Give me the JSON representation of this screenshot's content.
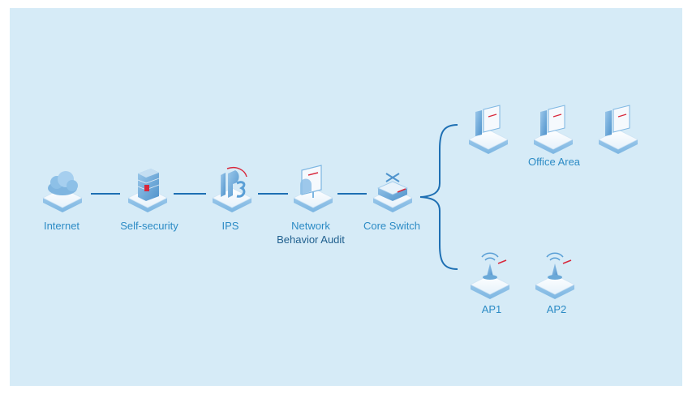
{
  "colors": {
    "background": "#d6ebf7",
    "connector": "#1e6fb3",
    "label": "#2c8bc5",
    "accent_red": "#d8283c",
    "device_blue": "#6aa9d8"
  },
  "nodes": {
    "internet": {
      "label": "Internet",
      "icon": "cloud-icon"
    },
    "selfsec": {
      "label": "Self-security",
      "icon": "firewall-icon"
    },
    "ips": {
      "label": "IPS",
      "icon": "ips-icon"
    },
    "nba": {
      "label_line1": "Network",
      "label_line2": "Behavior Audit",
      "icon": "audit-monitor-icon"
    },
    "core": {
      "label": "Core Switch",
      "icon": "switch-icon"
    },
    "office": {
      "label": "Office Area",
      "icon": "office-pc-icon",
      "count": 3
    },
    "ap1": {
      "label": "AP1",
      "icon": "access-point-icon"
    },
    "ap2": {
      "label": "AP2",
      "icon": "access-point-icon"
    }
  }
}
